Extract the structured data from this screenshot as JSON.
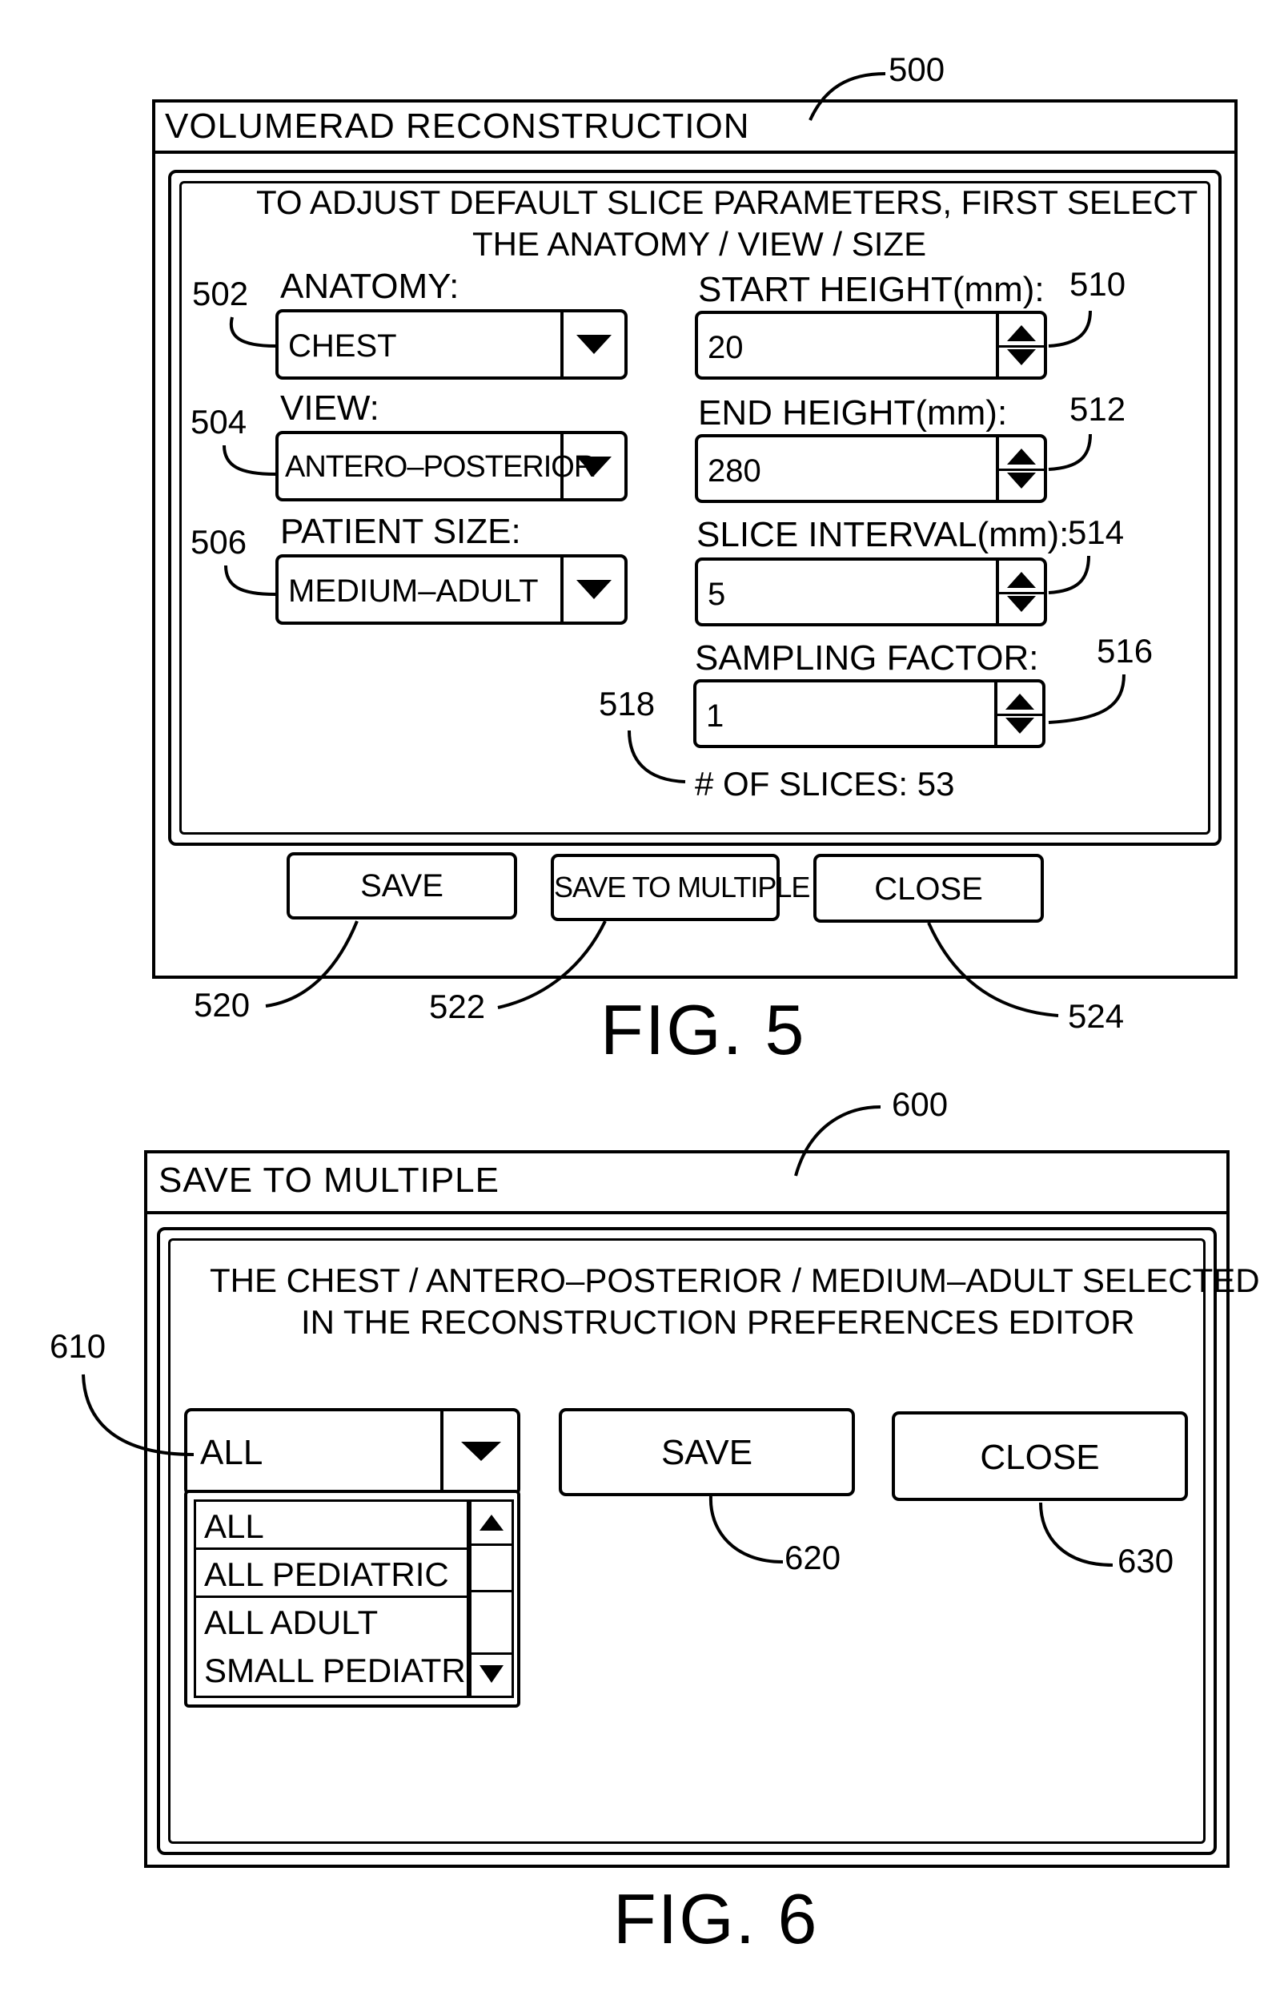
{
  "fig5": {
    "ref_window": "500",
    "title": "VOLUMERAD  RECONSTRUCTION",
    "instruction_line1": "TO  ADJUST  DEFAULT  SLICE  PARAMETERS,  FIRST  SELECT",
    "instruction_line2": "THE  ANATOMY / VIEW  / SIZE",
    "anatomy": {
      "ref": "502",
      "label": "ANATOMY:",
      "value": "CHEST"
    },
    "view": {
      "ref": "504",
      "label": "VIEW:",
      "value": "ANTERO–POSTERIOR"
    },
    "patient_size": {
      "ref": "506",
      "label": "PATIENT  SIZE:",
      "value": "MEDIUM–ADULT"
    },
    "start_height": {
      "ref": "510",
      "label": "START  HEIGHT(mm):",
      "value": "20"
    },
    "end_height": {
      "ref": "512",
      "label": "END  HEIGHT(mm):",
      "value": "280"
    },
    "slice_interval": {
      "ref": "514",
      "label": "SLICE  INTERVAL(mm):",
      "value": "5"
    },
    "sampling_factor": {
      "ref": "516",
      "label": "SAMPLING  FACTOR:",
      "value": "1"
    },
    "num_slices": {
      "ref": "518",
      "text": "#  OF  SLICES: 53"
    },
    "buttons": {
      "save": {
        "ref": "520",
        "label": "SAVE"
      },
      "save_multiple": {
        "ref": "522",
        "label": "SAVE  TO  MULTIPLE"
      },
      "close": {
        "ref": "524",
        "label": "CLOSE"
      }
    },
    "caption": "FIG. 5"
  },
  "fig6": {
    "ref_window": "600",
    "title": "SAVE  TO  MULTIPLE",
    "message_line1": "THE  CHEST / ANTERO–POSTERIOR / MEDIUM–ADULT  SELECTED",
    "message_line2": "IN  THE  RECONSTRUCTION  PREFERENCES  EDITOR",
    "dropdown": {
      "ref": "610",
      "value": "ALL",
      "options": [
        "ALL",
        "ALL  PEDIATRIC",
        "ALL  ADULT",
        "SMALL  PEDIATRIC"
      ]
    },
    "buttons": {
      "save": {
        "ref": "620",
        "label": "SAVE"
      },
      "close": {
        "ref": "630",
        "label": "CLOSE"
      }
    },
    "caption": "FIG. 6"
  }
}
